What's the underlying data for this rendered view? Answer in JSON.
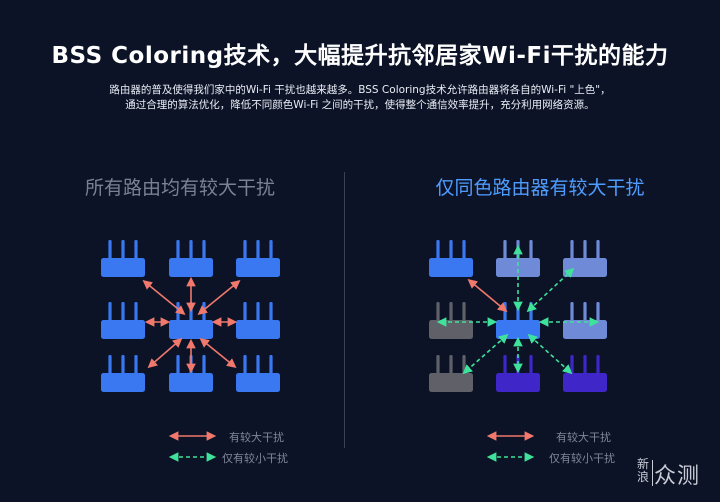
{
  "header": {
    "title": "BSS Coloring技术，大幅提升抗邻居家Wi-Fi干扰的能力",
    "subtitle_line1": "路由器的普及使得我们家中的Wi-Fi 干扰也越来越多。BSS Coloring技术允许路由器将各自的Wi-Fi \"上色\"，",
    "subtitle_line2": "通过合理的算法优化，降低不同颜色Wi-Fi 之间的干扰，使得整个通信效率提升，充分利用网络资源。"
  },
  "left_panel": {
    "title": "所有路由均有较大干扰",
    "legend": {
      "strong": "有较大干扰",
      "weak": "仅有较小干扰"
    },
    "router_colors": [
      [
        "#3a78f2",
        "#3a78f2",
        "#3a78f2"
      ],
      [
        "#3a78f2",
        "#3a78f2",
        "#3a78f2"
      ],
      [
        "#3a78f2",
        "#3a78f2",
        "#3a78f2"
      ]
    ]
  },
  "right_panel": {
    "title": "仅同色路由器有较大干扰",
    "legend": {
      "strong": "有较大干扰",
      "weak": "仅有较小干扰"
    },
    "router_colors": [
      [
        "#3a78f2",
        "#6f8bd8",
        "#6f8bd8"
      ],
      [
        "#5f6068",
        "#3a78f2",
        "#6f8bd8"
      ],
      [
        "#5f6068",
        "#3f26c9",
        "#3f26c9"
      ]
    ]
  },
  "colors": {
    "strong_arrow": "#f0786c",
    "weak_arrow": "#3fe29a",
    "background": "#0c1327"
  },
  "watermark": {
    "small_top": "新",
    "small_bottom": "浪",
    "big": "众测"
  }
}
